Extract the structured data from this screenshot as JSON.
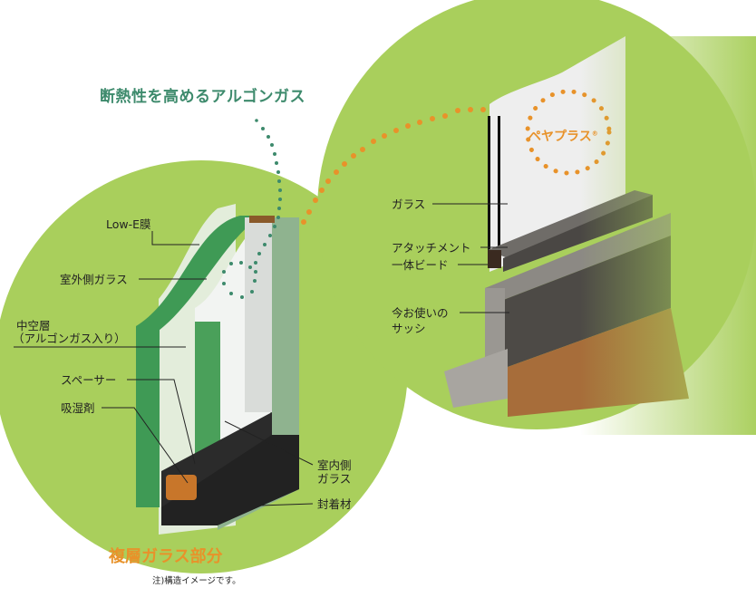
{
  "title": "断熱性を高めるアルゴンガス",
  "left_labels": {
    "low_e": "Low-E膜",
    "outer_glass": "室外側ガラス",
    "air_layer_1": "中空層",
    "air_layer_2": "（アルゴンガス入り）",
    "spacer": "スペーサー",
    "desiccant": "吸湿剤",
    "inner_glass_1": "室内側",
    "inner_glass_2": "ガラス",
    "sealant": "封着材"
  },
  "right_labels": {
    "glass": "ガラス",
    "attachment": "アタッチメント",
    "bead": "一体ビード",
    "sash_1": "今お使いの",
    "sash_2": "サッシ"
  },
  "brand": {
    "name": "ペヤプラス",
    "mark": "®"
  },
  "section_title": "複層ガラス部分",
  "note": "注)構造イメージです。",
  "colors": {
    "green_bg": "#a9cf5c",
    "title_teal": "#3d8a6c",
    "accent_orange": "#e8922a",
    "glass_green": "#3f9a55"
  }
}
